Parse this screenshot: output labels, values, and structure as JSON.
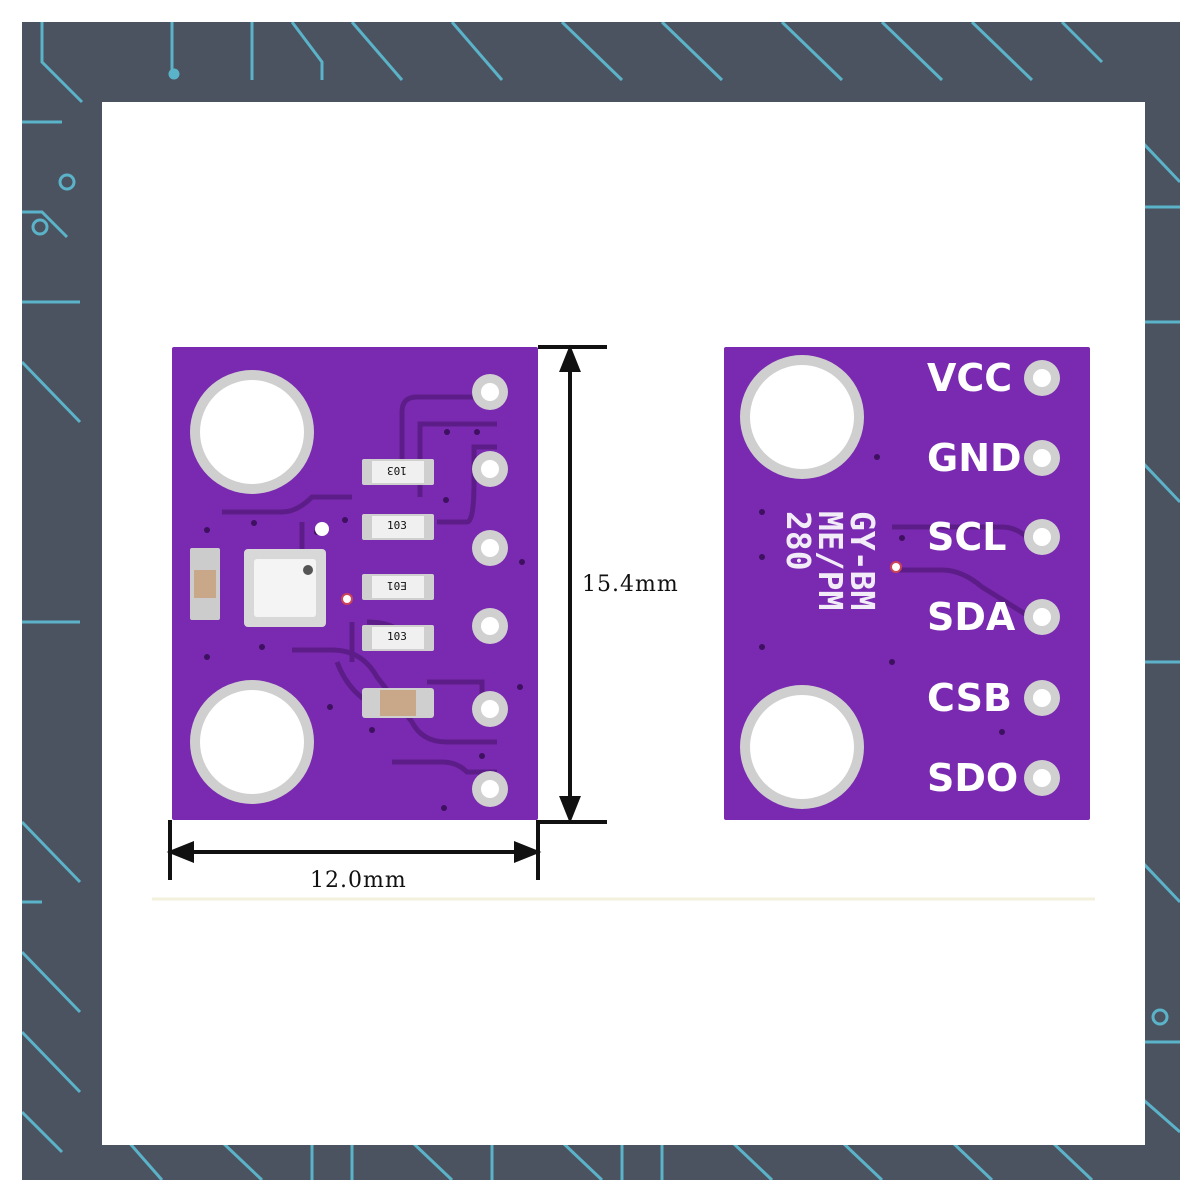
{
  "colors": {
    "background_frame": "#4a535f",
    "circuit_trace": "#5fc4dc",
    "pcb": "#7a2ab0",
    "pcb_dark": "#5d1d88",
    "pad": "#d8d8d8",
    "panel": "#ffffff"
  },
  "dimensions": {
    "height_label": "15.4mm",
    "width_label": "12.0mm"
  },
  "front_board": {
    "resistors": [
      {
        "code": "103"
      },
      {
        "code": "103"
      },
      {
        "code": "E01"
      },
      {
        "code": "103"
      }
    ]
  },
  "back_board": {
    "silkscreen_lines": [
      "GY-BM",
      "ME/PM",
      "280"
    ],
    "pins": [
      "VCC",
      "GND",
      "SCL",
      "SDA",
      "CSB",
      "SDO"
    ]
  }
}
